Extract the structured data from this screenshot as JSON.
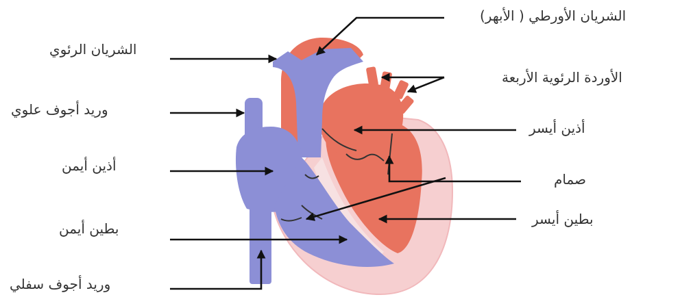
{
  "labels": {
    "pulmonary_artery": "الشريان الرئوي",
    "superior_vena_cava": "وريد أجوف علوي",
    "right_atrium": "أذين أيمن",
    "right_ventricle": "بطين أيمن",
    "inferior_vena_cava": "وريد أجوف سفلي",
    "aorta": "الشريان الأورطي ( الأبهر)",
    "pulmonary_veins": "الأوردة الرئوية الأربعة",
    "left_atrium": "أذين أيسر",
    "valve": "صمام",
    "left_ventricle": "بطين أيسر"
  },
  "colors": {
    "oxygenated": "#e8735f",
    "deoxygenated": "#8c8fd6",
    "muscle": "#f6cfd0",
    "muscle_edge": "#f1b8bb",
    "septum": "#f7e1e2",
    "arrow": "#111111"
  }
}
